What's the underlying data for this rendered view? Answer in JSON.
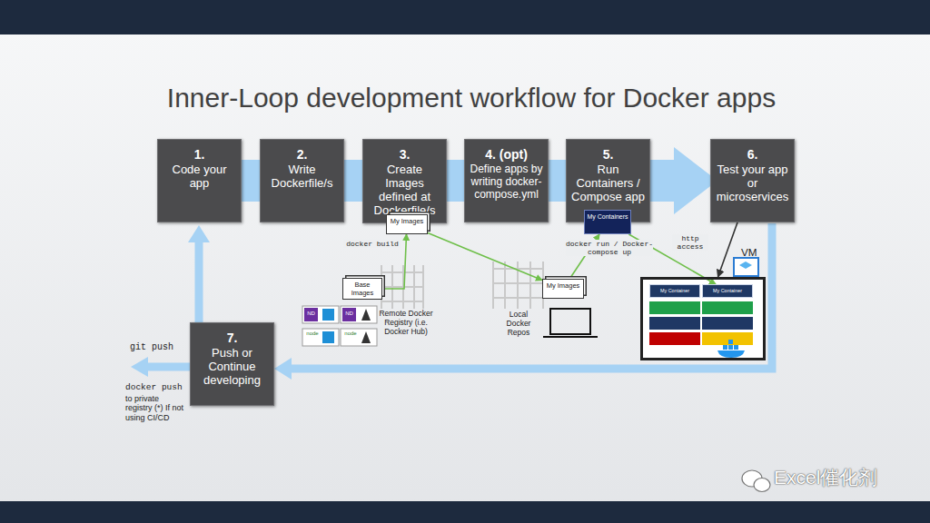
{
  "diagram": {
    "title": "Inner-Loop development workflow for Docker apps",
    "nodes": [
      {
        "text": [
          "1.",
          "Code your app"
        ]
      },
      {
        "text": [
          "2.",
          "Write Dockerfile/s"
        ]
      },
      {
        "text": [
          "3.",
          "Create Images defined at Dockerfile/s"
        ]
      },
      {
        "text": [
          "4. (opt)",
          "Define apps by writing docker-compose.yml"
        ]
      },
      {
        "text": [
          "5.",
          "Run Containers / Compose app"
        ]
      },
      {
        "text": [
          "6.",
          "Test your app or microservices"
        ]
      },
      {
        "text": [
          "7.",
          "Push or Continue developing"
        ]
      },
      {
        "text": [
          "My Images"
        ]
      },
      {
        "text": [
          "Base Images"
        ]
      },
      {
        "text": [
          "My Images"
        ]
      },
      {
        "text": [
          "My Containers"
        ]
      },
      {
        "text": [
          "VM"
        ]
      },
      {
        "text": [
          "My Container"
        ],
        "in": 11
      },
      {
        "text": [
          "My Container"
        ],
        "in": 11
      }
    ],
    "edges": [
      {
        "from": 8,
        "to": 7,
        "arrow": "to"
      },
      {
        "from": 7,
        "to": 9,
        "arrow": "to"
      },
      {
        "from": 9,
        "to": 10,
        "arrow": "to"
      },
      {
        "from": 10,
        "to": 13,
        "arrow": "to"
      },
      {
        "from": 5,
        "to": 11,
        "arrow": "to"
      }
    ],
    "labels": [
      "docker build",
      "ND",
      "ND",
      "node",
      "node",
      "Remote Docker Registry (i.e. Docker Hub)",
      "Local Docker Repos",
      "docker run / Docker-compose up",
      "http access",
      "git push",
      "docker push",
      "to private registry (*) If not using CI/CD",
      "Excel催化剂"
    ]
  }
}
